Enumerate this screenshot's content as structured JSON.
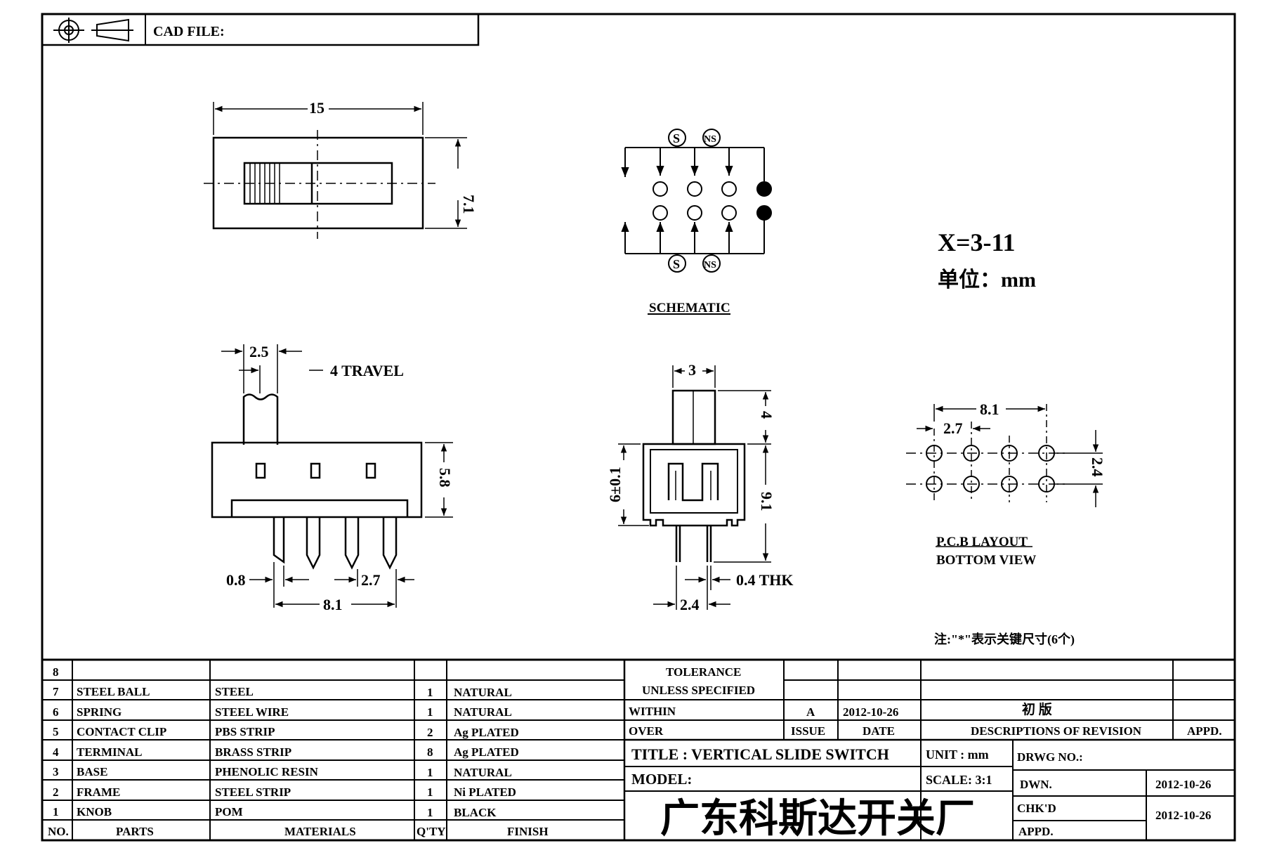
{
  "header": {
    "cad_file_label": "CAD FILE:"
  },
  "top_view": {
    "width_dim": "15",
    "height_dim": "7.1"
  },
  "schematic": {
    "label": "SCHEMATIC",
    "s_label": "S",
    "ns_label": "NS"
  },
  "notes": {
    "x_range": "X=3-11",
    "unit": "单位：mm",
    "key_dim_note": "注:\"*\"表示关键尺寸(6个)"
  },
  "side_view": {
    "dim_2_5": "2.5",
    "travel": "4 TRAVEL",
    "dim_5_8": "5.8",
    "dim_0_8": "0.8",
    "dim_2_7": "2.7",
    "dim_8_1": "8.1"
  },
  "end_view": {
    "dim_3": "3",
    "dim_4": "4",
    "dim_6": "6±0.1",
    "dim_9_1": "9.1",
    "dim_thk": "0.4  THK",
    "dim_2_4": "2.4"
  },
  "pcb": {
    "dim_8_1": "8.1",
    "dim_2_7": "2.7",
    "dim_2_4": "2.4",
    "label1": "P.C.B LAYOUT",
    "label2": "BOTTOM  VIEW"
  },
  "bom": {
    "rows": [
      {
        "no": "8",
        "part": "",
        "material": "",
        "qty": "",
        "finish": ""
      },
      {
        "no": "7",
        "part": "STEEL  BALL",
        "material": "STEEL",
        "qty": "1",
        "finish": "NATURAL"
      },
      {
        "no": "6",
        "part": "SPRING",
        "material": "STEEL  WIRE",
        "qty": "1",
        "finish": "NATURAL"
      },
      {
        "no": "5",
        "part": "CONTACT  CLIP",
        "material": "PBS  STRIP",
        "qty": "2",
        "finish": "Ag  PLATED"
      },
      {
        "no": "4",
        "part": "TERMINAL",
        "material": "BRASS  STRIP",
        "qty": "8",
        "finish": "Ag  PLATED"
      },
      {
        "no": "3",
        "part": "BASE",
        "material": "PHENOLIC  RESIN",
        "qty": "1",
        "finish": "NATURAL"
      },
      {
        "no": "2",
        "part": "FRAME",
        "material": "STEEL  STRIP",
        "qty": "1",
        "finish": "Ni  PLATED"
      },
      {
        "no": "1",
        "part": "KNOB",
        "material": "POM",
        "qty": "1",
        "finish": "BLACK"
      }
    ],
    "headers": {
      "no": "NO.",
      "parts": "PARTS",
      "materials": "MATERIALS",
      "qty": "Q'TY",
      "finish": "FINISH"
    }
  },
  "title_block": {
    "tolerance": "TOLERANCE",
    "unless": "UNLESS   SPECIFIED",
    "within": "WITHIN",
    "over": "OVER",
    "issue_val": "A",
    "date_val": "2012-10-26",
    "revision_val": "初  版",
    "issue_label": "ISSUE",
    "date_label": "DATE",
    "desc_label": "DESCRIPTIONS  OF  REVISION",
    "appd_label": "APPD.",
    "title": "TITLE :   VERTICAL  SLIDE  SWITCH",
    "unit": "UNIT :   mm",
    "drwg_no": "DRWG  NO.:",
    "model": "MODEL:",
    "scale": "SCALE:   3:1",
    "dwn_label": "DWN.",
    "dwn_date": "2012-10-26",
    "company": "广东科斯达开关厂",
    "chkd_label": "CHK'D",
    "chkd_date": "2012-10-26",
    "appd2_label": "APPD."
  }
}
